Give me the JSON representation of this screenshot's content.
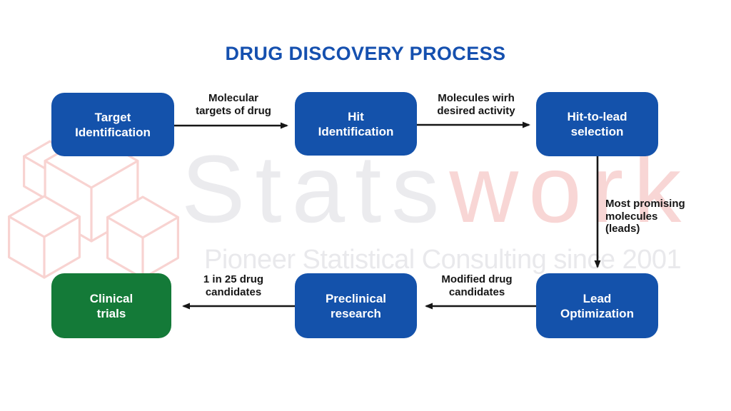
{
  "title": {
    "text": "DRUG DISCOVERY PROCESS",
    "color": "#1550af"
  },
  "boxes": [
    {
      "id": "target-identification",
      "label": "Target\nIdentification",
      "color": "#1452ab"
    },
    {
      "id": "hit-identification",
      "label": "Hit\nIdentification",
      "color": "#1452ab"
    },
    {
      "id": "hit-to-lead-selection",
      "label": "Hit-to-lead\nselection",
      "color": "#1452ab"
    },
    {
      "id": "lead-optimization",
      "label": "Lead\nOptimization",
      "color": "#1452ab"
    },
    {
      "id": "preclinical-research",
      "label": "Preclinical\nresearch",
      "color": "#1452ab"
    },
    {
      "id": "clinical-trials",
      "label": "Clinical\ntrials",
      "color": "#147a38"
    }
  ],
  "arrow_labels": [
    {
      "id": "molecular-targets-of-drug",
      "text": "Molecular\ntargets of drug"
    },
    {
      "id": "molecules-with-desired-activity",
      "text": "Molecules wirh\ndesired activity"
    },
    {
      "id": "most-promising-molecules",
      "text": "Most promising\nmolecules\n(leads)"
    },
    {
      "id": "modified-drug-candidates",
      "text": "Modified drug\ncandidates"
    },
    {
      "id": "one-in-25-drug-candidates",
      "text": "1 in 25 drug\ncandidates"
    }
  ],
  "flow": [
    "Target Identification -> Hit Identification",
    "Hit Identification -> Hit-to-lead selection",
    "Hit-to-lead selection -> Lead Optimization",
    "Lead Optimization -> Preclinical research",
    "Preclinical research -> Clinical trials"
  ],
  "watermark": {
    "brand_gray": "Stats",
    "brand_accent": "work",
    "tagline": "Pioneer Statistical Consulting since 2001",
    "gray_color": "#ebebee",
    "accent_color": "#f8d6d5",
    "logo_stroke_color": "#f8d3d1"
  },
  "colors": {
    "arrow": "#161616",
    "background": "#ffffff"
  }
}
